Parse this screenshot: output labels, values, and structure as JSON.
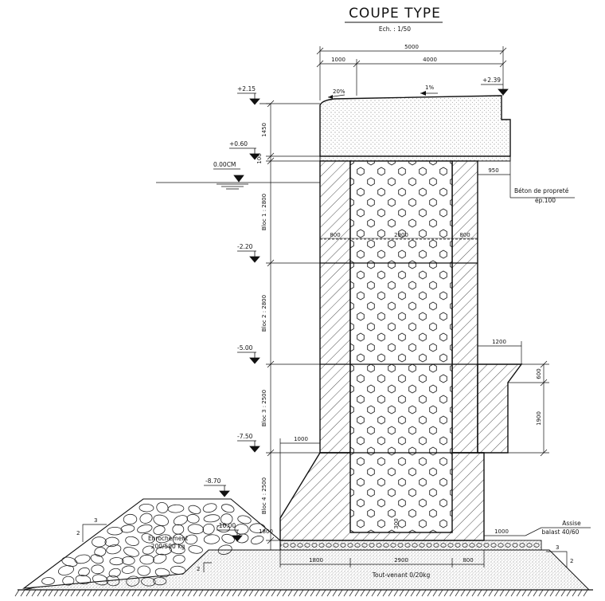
{
  "title": "COUPE TYPE",
  "scale": "Ech. : 1/50",
  "dimensions": {
    "total_width": "5000",
    "slope_width": "1000",
    "deck_width": "4000",
    "crown_height": "1450",
    "layer_100": "100",
    "front_projection": "950",
    "wall_left": "800",
    "cell_width": "2900",
    "wall_right": "800",
    "step_1200": "1200",
    "step_600": "600",
    "step_1900": "1900",
    "toe_left": "1000",
    "heel_right": "1000",
    "base_300": "300",
    "base_1800_a": "1800",
    "base_1800_b": "1800",
    "base_2900": "2900",
    "base_800": "800"
  },
  "slopes": {
    "s20": "20%",
    "s1": "1%"
  },
  "levels": {
    "top_left": "+2.15",
    "top_right": "+2.39",
    "crown_base": "+0.60",
    "water": "0.00CM",
    "b1": "-2.20",
    "b2": "-5.00",
    "b3": "-7.50",
    "rock_top": "-8.70",
    "found": "-10.00"
  },
  "blocks": {
    "b1": "Bloc 1 : 2800",
    "b2": "Bloc 2 : 2800",
    "b3": "Bloc 3 : 2500",
    "b4": "Bloc 4 : 2500"
  },
  "notes": {
    "beton_1": "Béton de propreté",
    "beton_2": "ép.100",
    "assise_1": "Assise",
    "assise_2": "balast 40/60",
    "enroch_1": "Enrochement",
    "enroch_2": "200/500 kg",
    "tout_venant": "Tout-venant 0/20kg"
  },
  "slope_ratio": {
    "left_h": "3",
    "left_v": "2",
    "inner_v": "2",
    "right_h": "3",
    "right_v": "2"
  }
}
